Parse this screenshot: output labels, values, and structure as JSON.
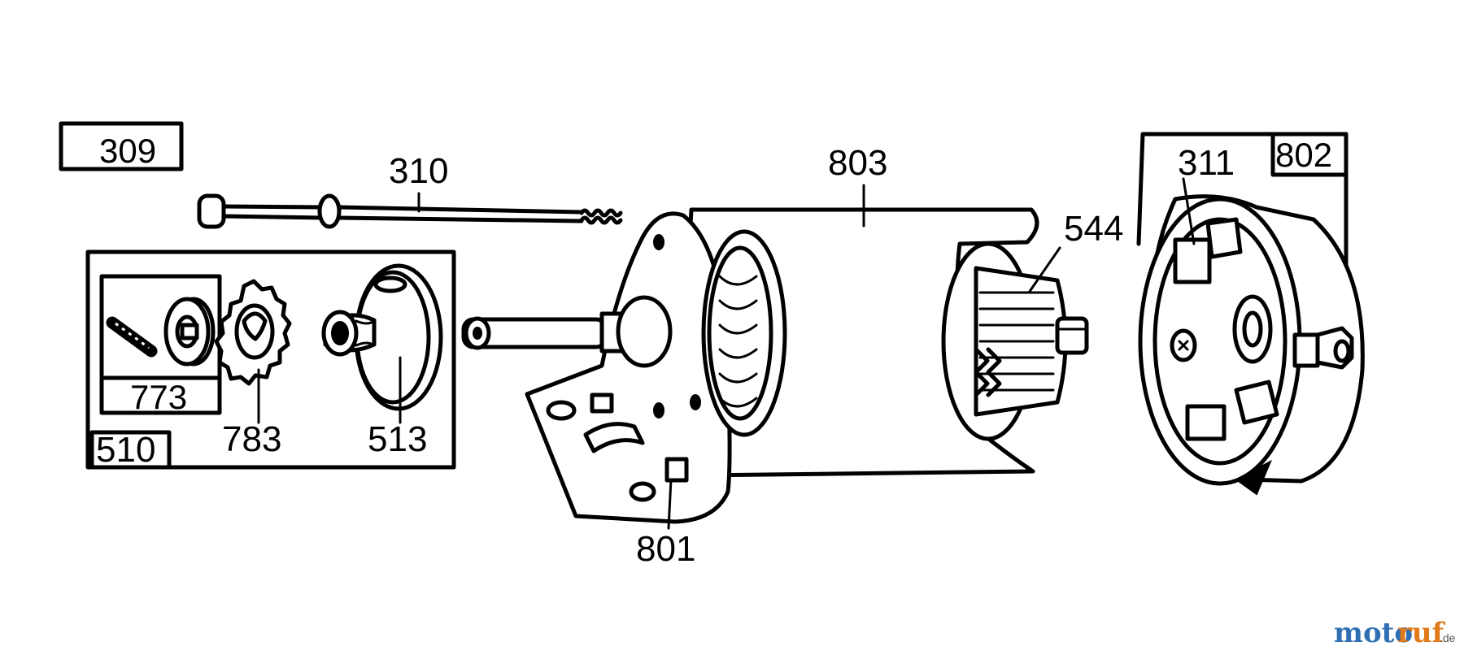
{
  "parts": {
    "p309": "309",
    "p310": "310",
    "p803": "803",
    "p311": "311",
    "p802": "802",
    "p544": "544",
    "p773": "773",
    "p510": "510",
    "p783": "783",
    "p513": "513",
    "p801": "801"
  },
  "watermark": {
    "part1": "moto",
    "part2": "ruf",
    "suffix": ".de",
    "colors": {
      "part1": "#2f6fb3",
      "part2": "#e07a1a"
    }
  }
}
